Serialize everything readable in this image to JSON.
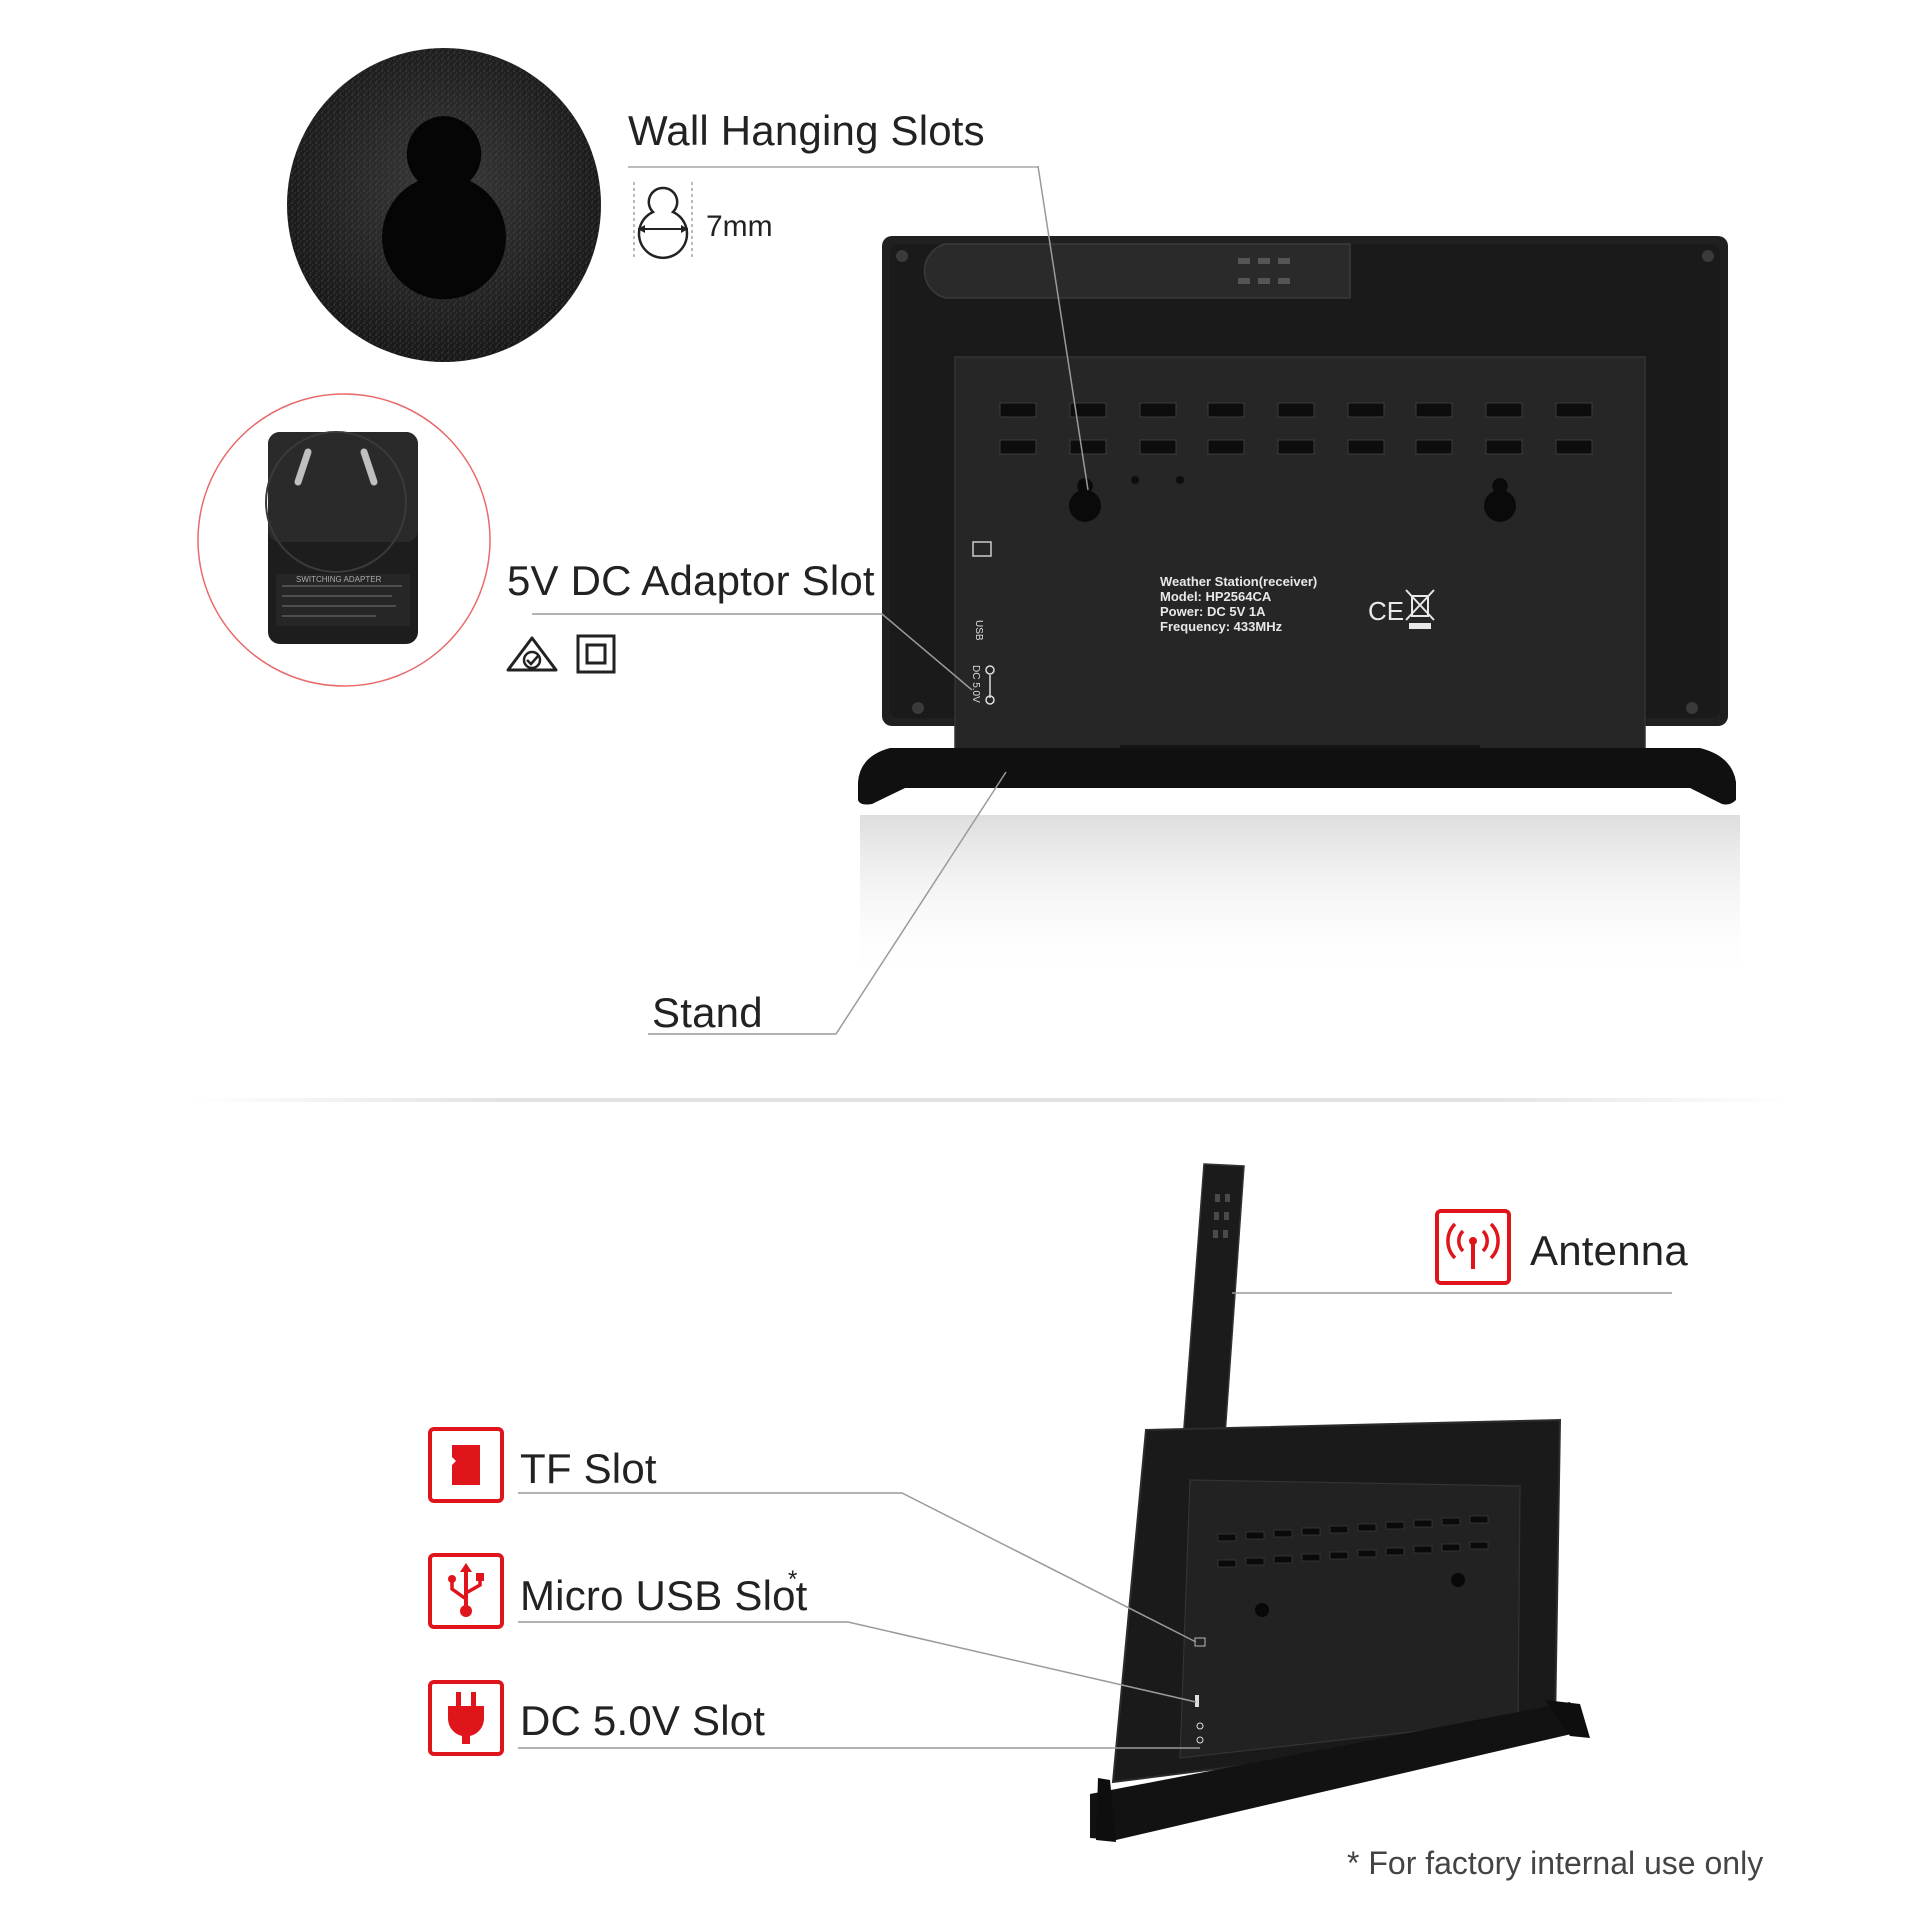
{
  "top_section": {
    "wall_hanging": {
      "label": "Wall Hanging Slots",
      "dimension": "7mm"
    },
    "adaptor": {
      "label": "5V DC Adaptor Slot",
      "adapter_print": "SWITCHING ADAPTER"
    },
    "stand": {
      "label": "Stand"
    },
    "device_sticker": {
      "line1": "Weather Station(receiver)",
      "line2": "Model: HP2564CA",
      "line3": "Power: DC 5V 1A",
      "line4": "Frequency: 433MHz",
      "ce_mark": "CE"
    },
    "port_labels": {
      "usb": "USB",
      "dc": "DC 5.0V"
    }
  },
  "bottom_section": {
    "antenna": {
      "label": "Antenna",
      "icon": "antenna-icon"
    },
    "tf_slot": {
      "label": "TF Slot",
      "icon": "sd-card-icon"
    },
    "usb_slot": {
      "label": "Micro USB Slot",
      "asterisk": "*",
      "icon": "usb-icon"
    },
    "dc_slot": {
      "label": "DC 5.0V Slot",
      "icon": "power-plug-icon"
    },
    "footnote": "* For factory internal use only"
  },
  "colors": {
    "accent": "#e0141b",
    "device": "#1c1c1c",
    "line": "#bdbdbd"
  }
}
